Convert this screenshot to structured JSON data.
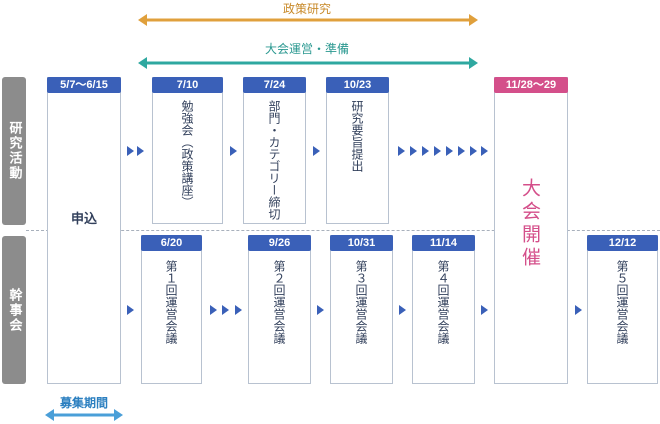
{
  "bars": {
    "policy_research": "政策研究",
    "convention": "大会運営・準備",
    "recruit": "募集期間"
  },
  "colors": {
    "policy_bar": "#e0a03c",
    "convention_bar": "#2fa8a0",
    "recruit_bar": "#4a9fd8",
    "header_blue": "#3a60b8",
    "header_pink": "#d44f8a"
  },
  "rows": {
    "research": "研究活動",
    "secretariat": "幹事会"
  },
  "apply": {
    "date": "5/7〜6/15",
    "label": "申込"
  },
  "research_items": [
    {
      "date": "7/10",
      "label": "勉強会（政策講座）"
    },
    {
      "date": "7/24",
      "label": "部門・カテゴリー締切"
    },
    {
      "date": "10/23",
      "label": "研究要旨提出"
    }
  ],
  "convention": {
    "date": "11/28〜29",
    "label": "大会開催"
  },
  "meetings": [
    {
      "date": "6/20",
      "label": "第１回運営会議"
    },
    {
      "date": "9/26",
      "label": "第２回運営会議"
    },
    {
      "date": "10/31",
      "label": "第３回運営会議"
    },
    {
      "date": "11/14",
      "label": "第４回運営会議"
    },
    {
      "date": "12/12",
      "label": "第５回運営会議"
    }
  ]
}
